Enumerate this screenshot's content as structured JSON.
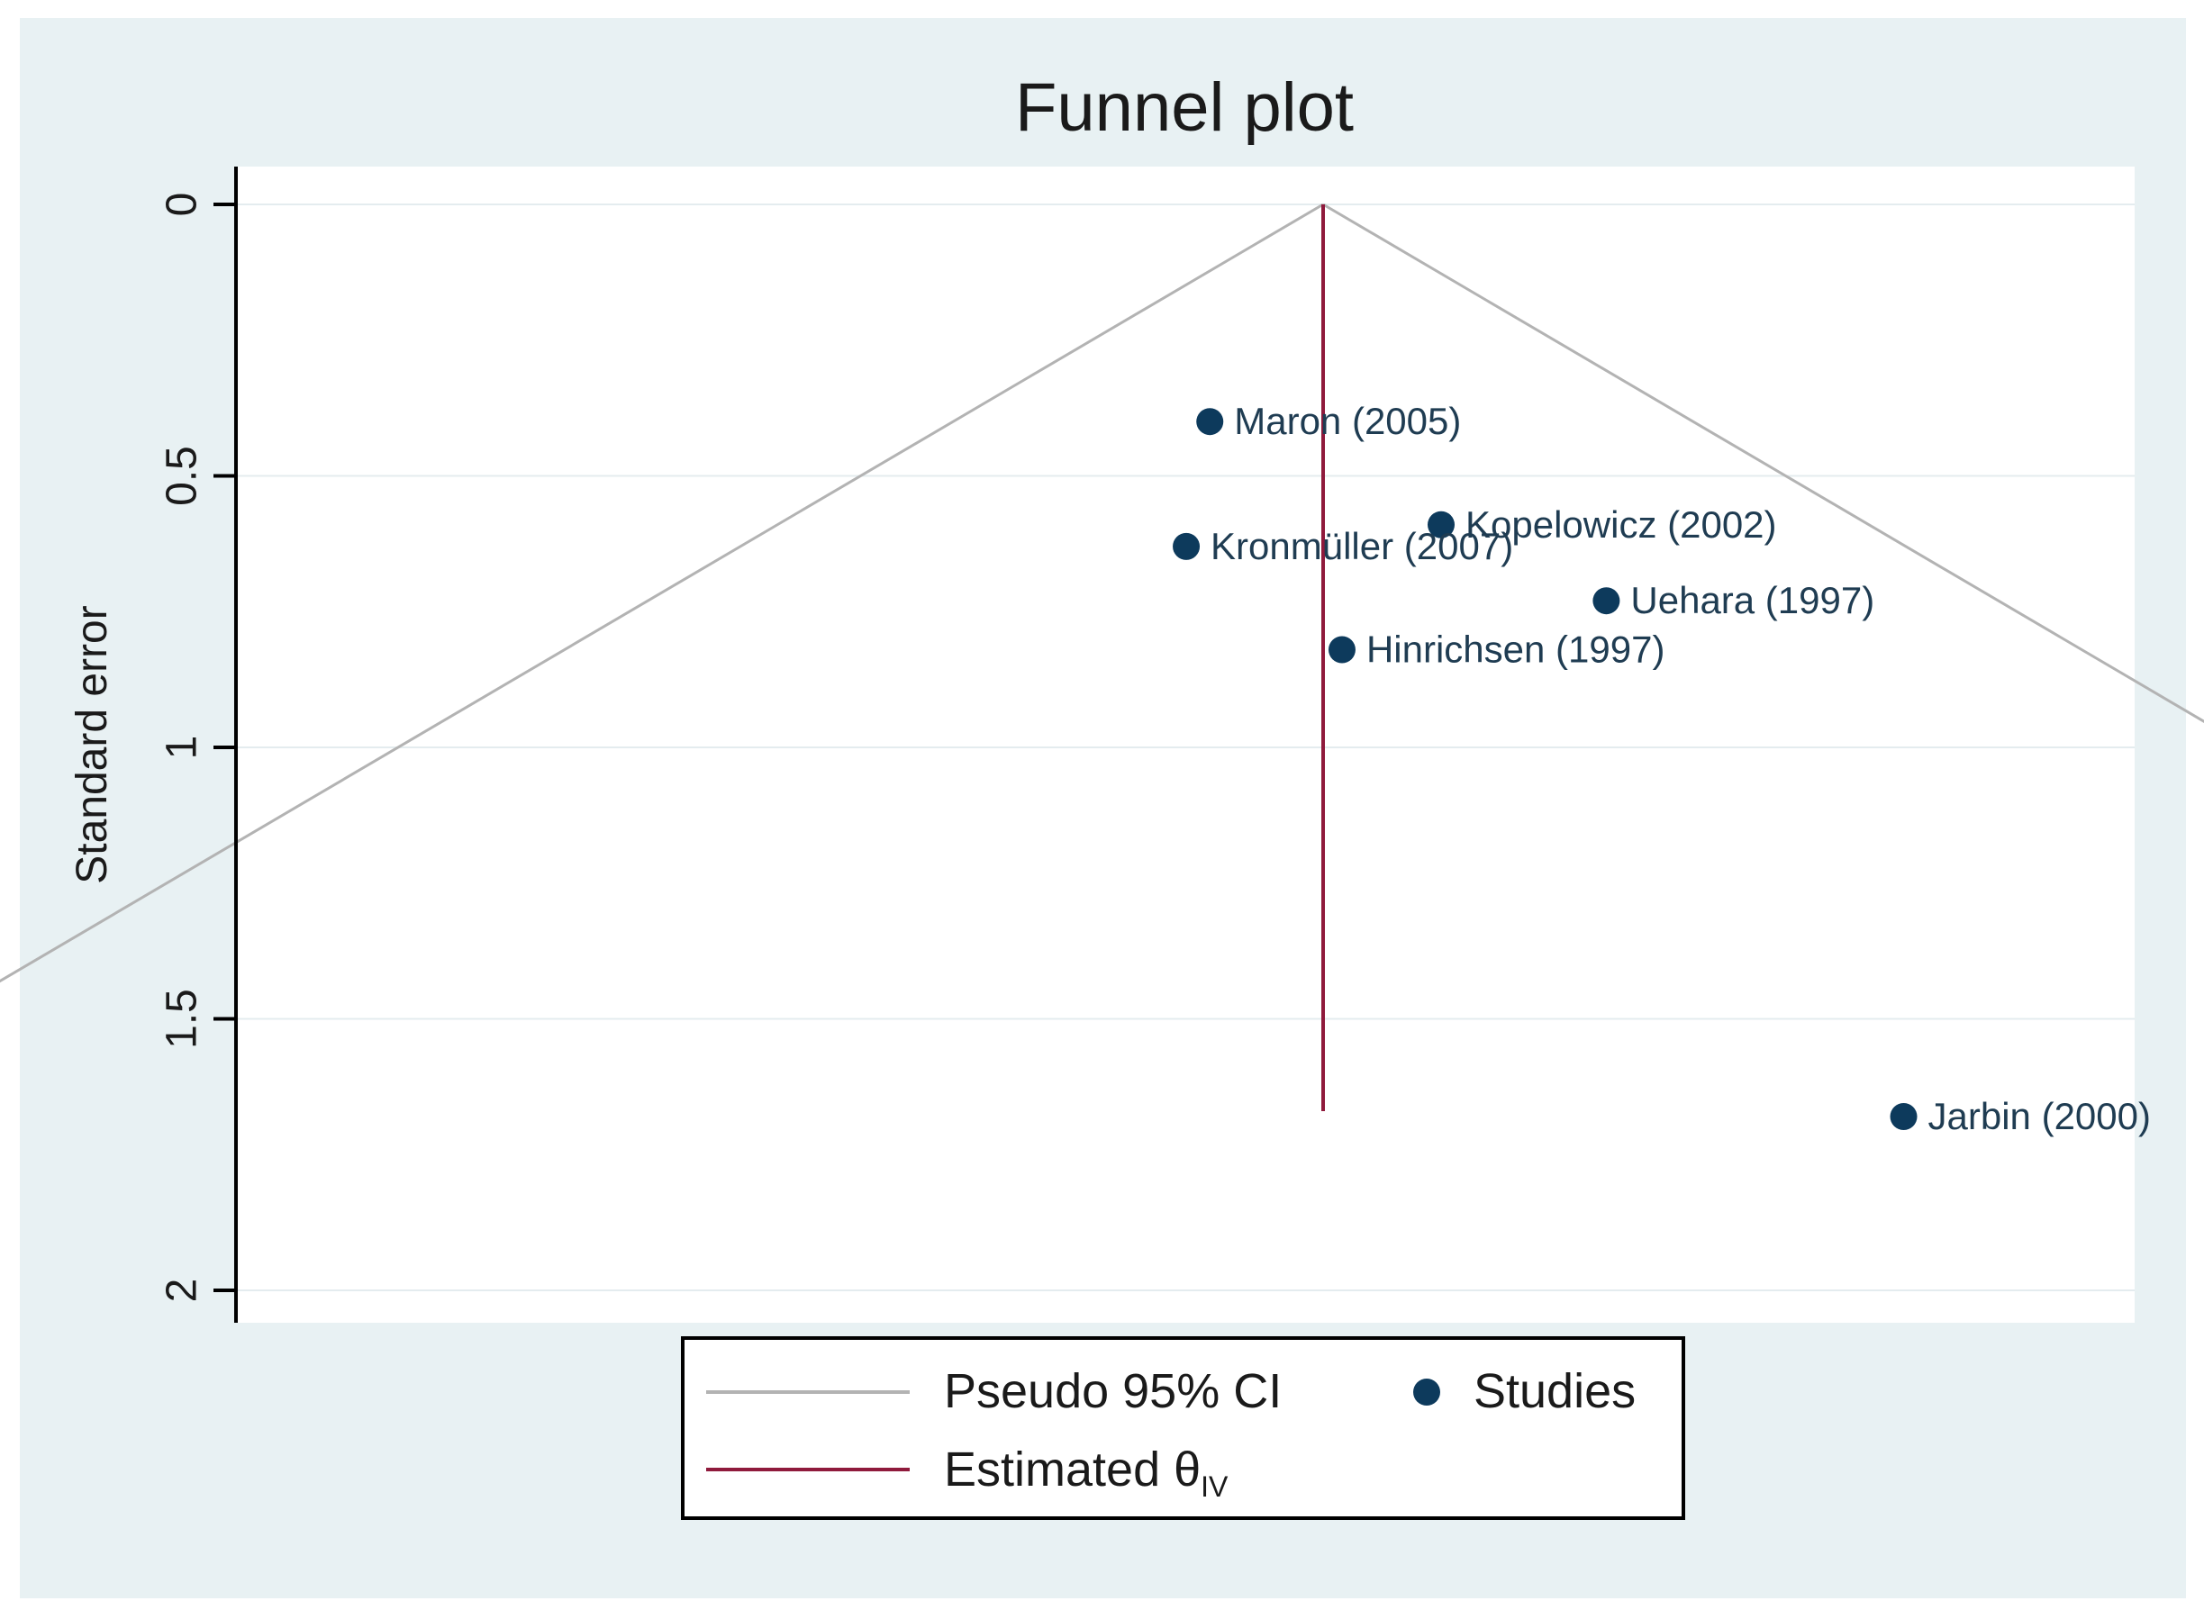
{
  "chart_data": {
    "type": "scatter",
    "title": "Funnel plot",
    "ylabel": "Standard error",
    "xlabel": "",
    "ylim": [
      0,
      2
    ],
    "y_reversed": true,
    "y_ticks": [
      0,
      0.5,
      1,
      1.5,
      2
    ],
    "y_tick_labels": [
      "0",
      "0.5",
      "1",
      "1.5",
      "2"
    ],
    "x_axis_visible": false,
    "grid": true,
    "estimated_effect": 0,
    "funnel_max_se": 1.67,
    "studies": [
      {
        "label": "Maron (2005)",
        "effect": -0.24,
        "se": 0.4
      },
      {
        "label": "Kopelowicz (2002)",
        "effect": 0.25,
        "se": 0.59
      },
      {
        "label": "Kronmüller (2007)",
        "effect": -0.29,
        "se": 0.63
      },
      {
        "label": "Uehara (1997)",
        "effect": 0.6,
        "se": 0.73
      },
      {
        "label": "Hinrichsen (1997)",
        "effect": 0.04,
        "se": 0.82
      },
      {
        "label": "Jarbin (2000)",
        "effect": 1.23,
        "se": 1.68
      }
    ],
    "legend": {
      "position": "bottom",
      "items": [
        {
          "label": "Pseudo 95% CI",
          "kind": "line",
          "color": "#b3b3b3"
        },
        {
          "label": "Studies",
          "kind": "marker",
          "color": "#0d3a5c"
        },
        {
          "label": "Estimated θ",
          "subscript": "IV",
          "kind": "line",
          "color": "#8f1a3c"
        }
      ]
    },
    "colors": {
      "outer_background": "#e8f1f3",
      "plot_background": "#ffffff",
      "grid": "#e4ecef",
      "ci_line": "#b3b3b3",
      "estimate_line": "#8f1a3c",
      "marker": "#0d3a5c",
      "axis": "#000000",
      "text": "#1a1a1a",
      "label_text": "#1f3c52"
    }
  }
}
